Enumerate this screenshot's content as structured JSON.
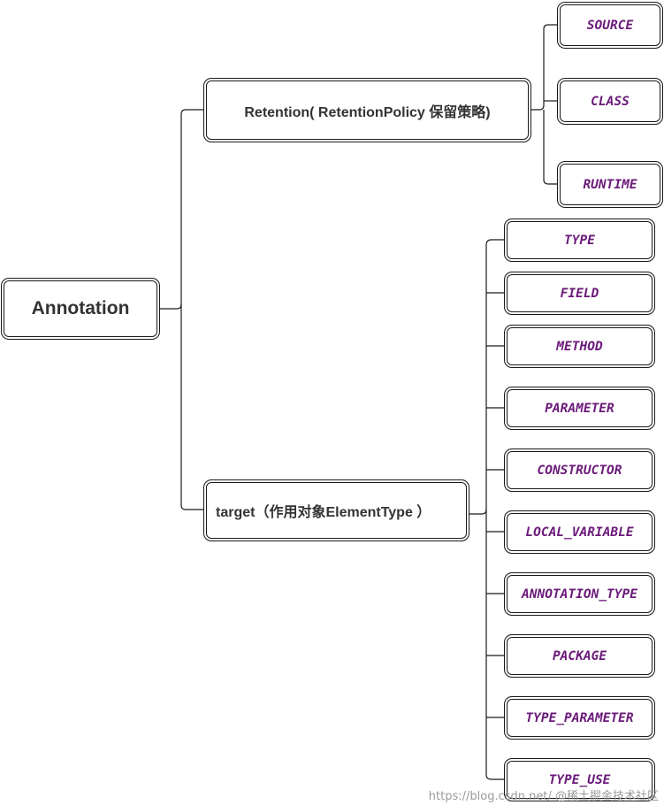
{
  "root": {
    "label": "Annotation"
  },
  "branches": [
    {
      "label": "Retention( RetentionPolicy 保留策略)",
      "children": [
        "SOURCE",
        "CLASS",
        "RUNTIME"
      ]
    },
    {
      "label": "target（作用对象ElementType ）",
      "children": [
        "TYPE",
        "FIELD",
        "METHOD",
        "PARAMETER",
        "CONSTRUCTOR",
        "LOCAL_VARIABLE",
        "ANNOTATION_TYPE",
        "PACKAGE",
        "TYPE_PARAMETER",
        "TYPE_USE"
      ]
    }
  ],
  "watermark": "https://blog.csdn.net/ @稀土掘金技术社区",
  "colors": {
    "line": "#1a1a1a",
    "leaf_text": "#6b1a7a",
    "branch_text": "#333333"
  }
}
